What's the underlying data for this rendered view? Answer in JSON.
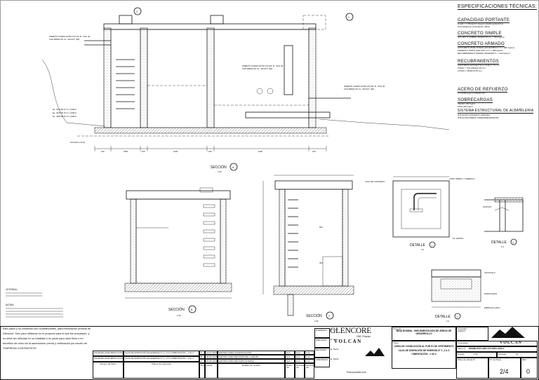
{
  "specs": {
    "title": "ESPECIFICACIONES TÉCNICAS:",
    "sections": [
      {
        "heading": "CAPACIDAD PORTANTE",
        "items": [
          "Q adm = 1.56 kg/cm² (segun estudio geotecnico)",
          "profundidad de cimentacion (NFC)"
        ]
      },
      {
        "heading": "CONCRETO SIMPLE",
        "items": [
          "SOLADO E SOBRE CIMIENTOS          f'c = 100 Kg/cm²"
        ]
      },
      {
        "heading": "CONCRETO ARMADO",
        "items": [
          "CONCRETO PARA TODAS LAS ESTRUCT.   f'c = 280 Kg/cm²",
          "CEMENTO PORTLAND TIPO V            f'c = 280 Kg/cm²",
          "RECUBRIMIENTO MINIMO INFERIOR      f'c = 100 Kg/cm²"
        ]
      },
      {
        "heading": "RECUBRIMIENTOS",
        "items": [
          "CONCRETO EXPUESTO AL SUELO         75 mm",
          "VIGAS Y COLUMNAS                   40 mm",
          "LOSAS Y MUROS                      25 mm"
        ]
      },
      {
        "heading": "ACERO DE REFUERZO",
        "items": [
          "FY=4200 Kg/cm² GRADO 60"
        ]
      },
      {
        "heading": "SOBRECARGAS",
        "items": [
          "TECHO 100 Kg/m²",
          "PISO 250 Kg/m²"
        ]
      },
      {
        "heading": "SISTEMA ESTRUCTURAL DE ALBAÑILERIA",
        "items": [
          "NTE E.060 CONCRETO ARMADO",
          "NTE E.030 DISEÑO SISMORRESISTENTE"
        ]
      }
    ]
  },
  "views": {
    "section_a": {
      "label": "SECCIÓN",
      "letter": "A",
      "scale": "1:50"
    },
    "section_b": {
      "label": "SECCIÓN",
      "letter": "B",
      "scale": "1:50"
    },
    "section_c": {
      "label": "SECCIÓN",
      "letter": "C",
      "scale": "1:50"
    },
    "detail_1": {
      "label": "DETALLE",
      "num": "1",
      "scale": "1:5"
    },
    "detail_2": {
      "label": "DETALLE",
      "num": "2",
      "scale": "1:5"
    },
    "detail_3": {
      "label": "DETALLE",
      "num": "3",
      "scale": "1:5"
    },
    "callout_1": "1",
    "callout_2": "2"
  },
  "annotations": {
    "pipe_1": "INSERTO ACERO ASTM A 53 GR. B - SCH 40",
    "pipe_2": "CON BRIDA SO CL. 150 Ø 8\" (RF)",
    "pipe_3": "INSERTO ACERO ASTM A 53 GR. B - SCH 40",
    "pipe_4": "CON BRIDA SO CL. 150 Ø 6\" (RF)",
    "level_1": "EL. 4370.80 N.T.C. (CDET)",
    "level_2": "EL. 4370.00 N.T.C. (CDET)",
    "level_3": "EL. 4369.80 N.T.C. (CDET)",
    "solado": "SOLADO e=0.10",
    "caja": "CAJA DE CONCRETO",
    "codo": "CODO, BRIDA Y TUBERIA 6\"",
    "gancho": "GANCHO",
    "espaciador": "ESPACIADOR",
    "emboquillado": "EMBOQUILLADO",
    "junta": "JUNTA DE 1\"",
    "pl": "PL. ZAPATA",
    "dims": [
      "150",
      "3200",
      "150",
      "1000",
      "150",
      "1000",
      "150",
      "450",
      "500"
    ]
  },
  "notes": {
    "intro": "Este plano y su contenido son confidenciales, para información privada de Glencore. Solo para utilizarse en el proyecto para el que fue preparado, y no debe ser utilizado en su totalidad o en parte para otros fines o en beneficio de otros sin la autorización previa y verificación por escrito de \"EMPRESA CONTRATISTA\".",
    "legend_title": "LEYENDA:",
    "notes_title": "NOTAS:"
  },
  "revisions": [
    {
      "rev": "0",
      "date": "14-07-2023",
      "desc": "EMITIDO PARA CONSTRUCCIÓN",
      "by": "N.O.",
      "chk": "E.LL.",
      "app": "C.G."
    },
    {
      "rev": "B",
      "date": "05-06-2023",
      "desc": "EMITIDO PARA REVISIÓN DEL CLIENTE",
      "by": "N.O.",
      "chk": "E.LL.",
      "app": "C.G."
    },
    {
      "rev": "A",
      "date": "22-05-2023",
      "desc": "EMITIDO PARA REVISIÓN INTERNA",
      "by": "N.O.",
      "chk": "E.LL.",
      "app": "C.G."
    }
  ],
  "refs": [
    {
      "num": "HS20GMG-D010-8000-CIV-DWG-0001",
      "title": "CAJA DE DISIPACIÓN DE ENERGÍA N° 1, 2 & 3 CIMENTACIÓN - 1 de 4"
    },
    {
      "num": "HS20GMG-D010-8000-CIV-DWG-0002",
      "title": "CAJA DE DISIPACIÓN DE ENERGÍA N° 1, 2 & 3 CIMENTACIÓN - 3 de 4"
    }
  ],
  "headers": {
    "ref_num": "Número de Plano",
    "ref_title": "Planos de referencia",
    "rev": "Rev",
    "date": "Fecha",
    "desc": "Detalles de revisión",
    "by": "Hecho por",
    "chk": "Revisado por",
    "app": "Aprobado por"
  },
  "roles": [
    "DISEÑADO",
    "DIBUJADO",
    "REVISADO",
    "APROBADO",
    "E.Pardo",
    "E. Soto",
    "E. Pardo",
    "E. Pardo"
  ],
  "project": {
    "label": "Proyecto:",
    "name": "MINA ROMINA - IMPLEMENTACIÓN DE ÁREAS DE DESARROLLO",
    "title_label": "Título:",
    "title1": "LÍNEA DE CONDUCCIÓN AL PUNTO DE VERTIMIENTO",
    "title2": "CAJA DE DISIPACIÓN DE ENERGÍA N° 1, 2 & 3",
    "title3": "CIMENTACIÓN - 2 de 4",
    "for_construction": "Para propósito solo.",
    "glencore": "GLENCORE",
    "glencore_sub": "ZINC Projects",
    "volcan": "VOLCAN",
    "copyright_label": "Copyright",
    "applicant": "Aplicant:",
    "contractor_label": "Contratista",
    "plano_label": "Plano N°",
    "plano_num": "ROMMI-D010-8000-CIV-DWG-0008-0",
    "scale_label": "Escala:",
    "scale": "1:50",
    "format_label": "Formato:",
    "format": "A1",
    "client_label": "Plano de cliente N°",
    "sheet_label": "N° de Plano:",
    "rev_label": "REV:",
    "sheet": "2/4",
    "rev": "0"
  }
}
